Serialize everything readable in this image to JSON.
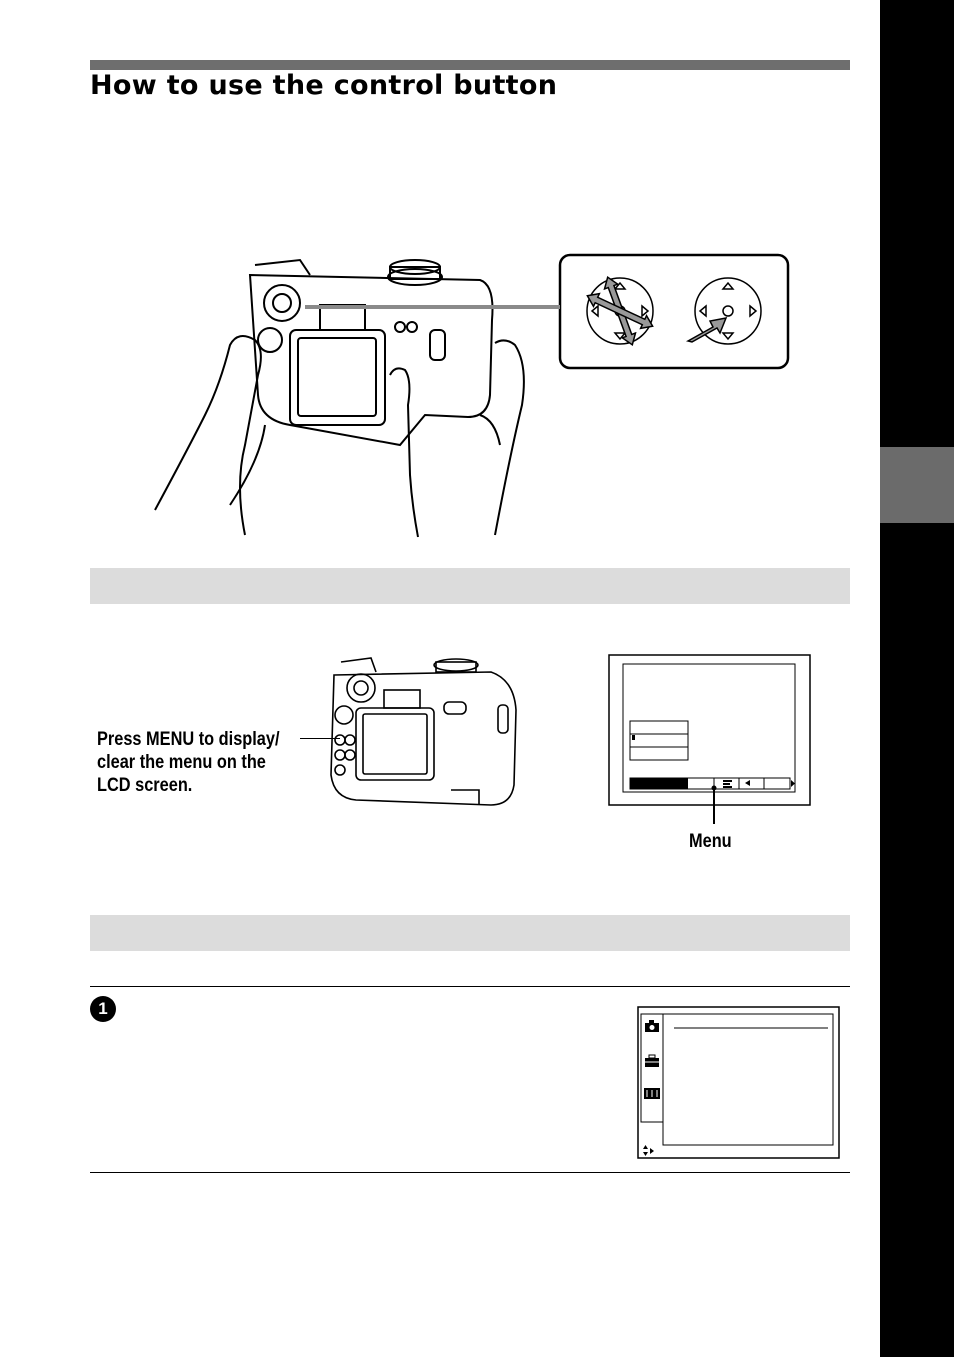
{
  "header": {
    "title": "How to use the control button"
  },
  "illustrations": {
    "hands_camera": "camera-held-in-hands-illustration",
    "control_detail": "control-button-detail-illustration",
    "small_camera": "camera-rear-view-illustration"
  },
  "menu_section": {
    "callout": "Press MENU to display/\nclear the menu on the\nLCD screen.",
    "menu_label": "Menu"
  },
  "step": {
    "number": "1"
  },
  "colors": {
    "rule": "#6e6e6e",
    "band": "#dcdcdc",
    "side_tab": "#000000",
    "side_tab_mark": "#6b6b6b"
  }
}
